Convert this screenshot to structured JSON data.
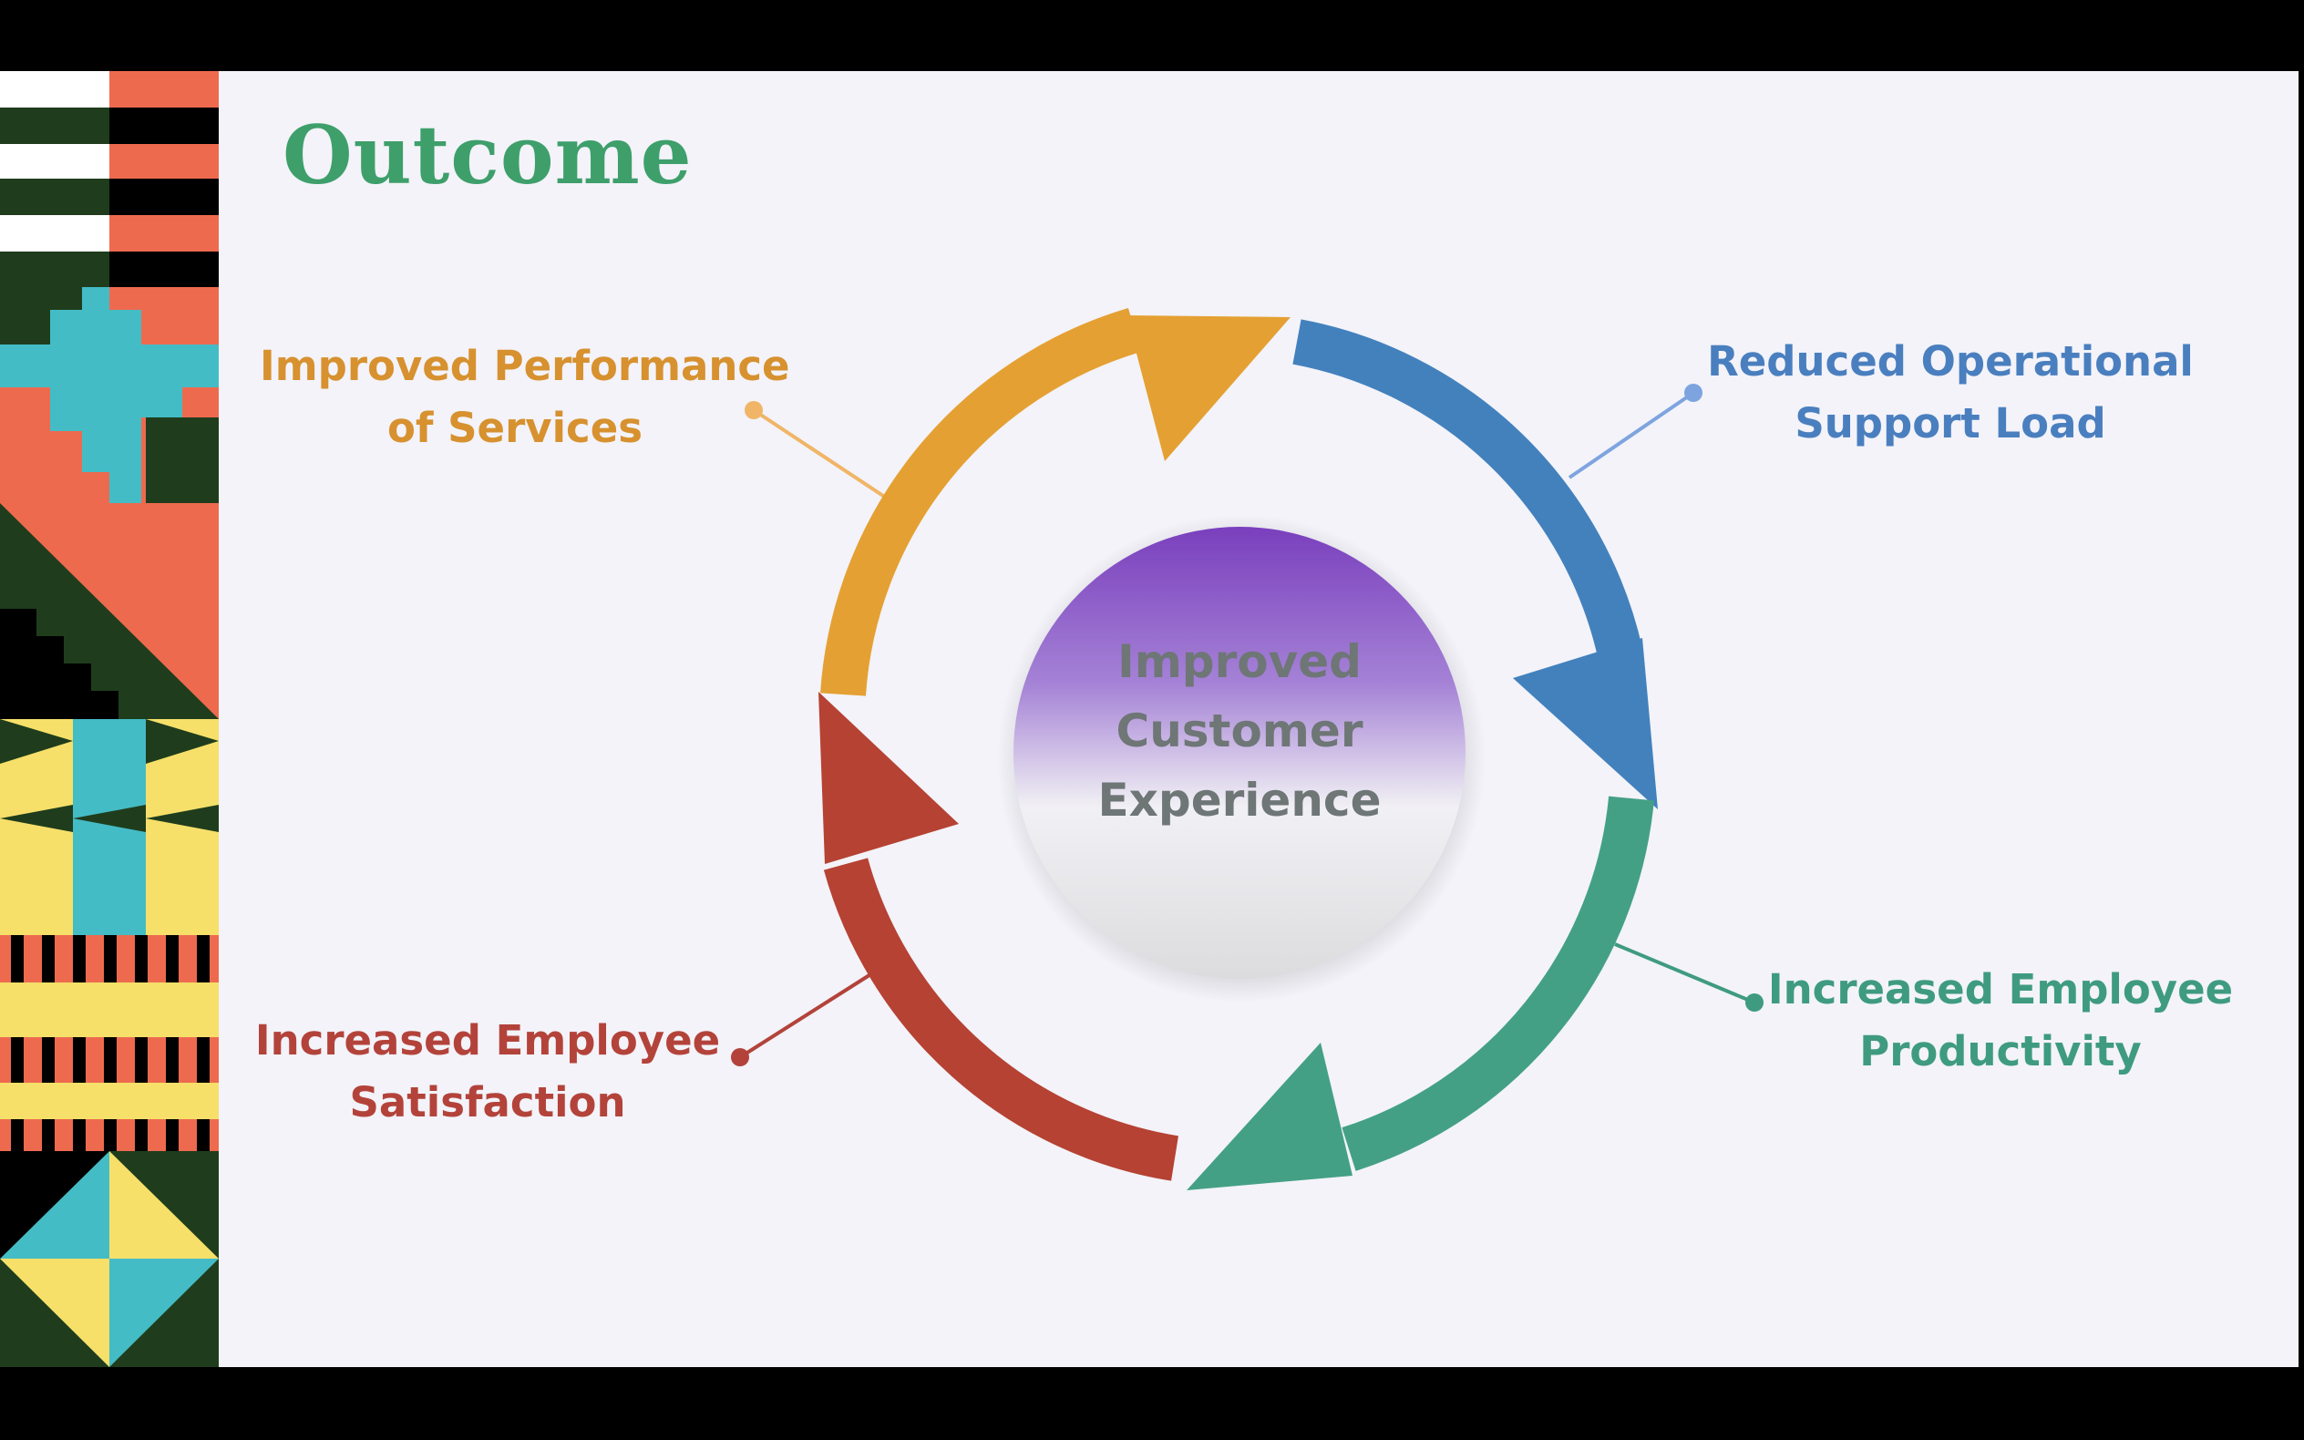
{
  "slide": {
    "title": "Outcome"
  },
  "cycle": {
    "center": {
      "lines": [
        "Improved",
        "Customer",
        "Experience"
      ]
    },
    "outcomes": [
      {
        "id": "performance",
        "lines": [
          "Improved Performance",
          "of Services"
        ],
        "color": "#e5a033"
      },
      {
        "id": "operational",
        "lines": [
          "Reduced Operational",
          "Support Load"
        ],
        "color": "#4a7fbf"
      },
      {
        "id": "productivity",
        "lines": [
          "Increased Employee",
          "Productivity"
        ],
        "color": "#44a085"
      },
      {
        "id": "satisfaction",
        "lines": [
          "Increased Employee",
          "Satisfaction"
        ],
        "color": "#b64233"
      }
    ]
  },
  "colors": {
    "title": "#3e9f6b",
    "background": "#f3f3f9",
    "center_gradient_top": "#7a3fbd",
    "center_gradient_bottom": "#e8e8ea"
  }
}
